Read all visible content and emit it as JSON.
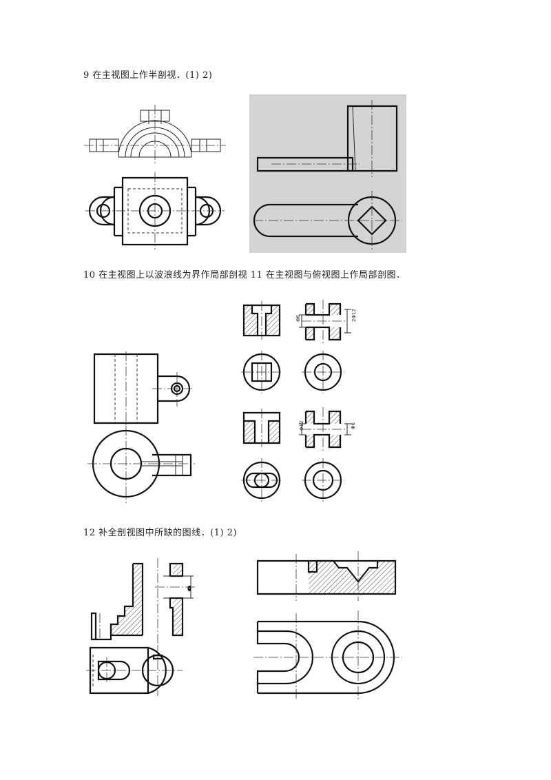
{
  "headings": {
    "q9": "9 在主视图上作半剖视．(1)    2)",
    "q10_11": "10 在主视图上以波浪线为界作局部剖视 11 在主视图与俯视图上作局部剖图．",
    "q12": "12 补全剖视图中所缺的图线．(1)             2)"
  },
  "dimensions": {
    "q11_phi6": "Φ6",
    "q11_2phi12": "2Φ12",
    "q11_phi12": "Φ12",
    "q11_phi6b": "Φ6"
  },
  "colors": {
    "line": "#111111",
    "panel_gray": "#d4d4d4"
  }
}
